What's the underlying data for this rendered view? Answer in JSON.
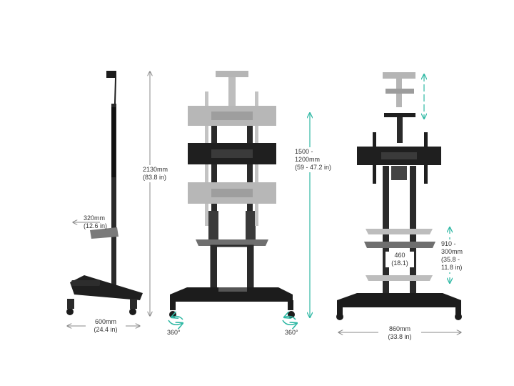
{
  "colors": {
    "frame": "#1c1c1c",
    "ghost": "#b5b5b5",
    "shelf": "#6f6f6f",
    "dim_line": "#8a8a8a",
    "accent_teal": "#2fb8a4"
  },
  "views": {
    "side": {
      "shelf_depth": {
        "mm": "320mm",
        "in": "(12.6 in)"
      },
      "height": {
        "mm": "2130mm",
        "in": "(83.8 in)"
      },
      "base_depth": {
        "mm": "600mm",
        "in": "(24.4 in)"
      }
    },
    "front": {
      "mount_height": {
        "line1": "1500 -",
        "line2": "1200mm",
        "line3": "(59 - 47.2 in)"
      },
      "caster_left": "360°",
      "caster_right": "360°"
    },
    "front_raised": {
      "shelf_range": {
        "line1": "910 -",
        "line2": "300mm",
        "line3": "(35.8 -",
        "line4": "11.8 in)"
      },
      "shelf_gap": {
        "mm": "460",
        "in": "(18.1)"
      },
      "base_width": {
        "mm": "860mm",
        "in": "(33.8 in)"
      }
    }
  }
}
